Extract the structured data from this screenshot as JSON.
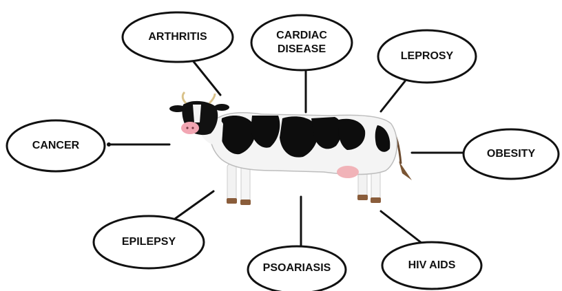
{
  "diagram": {
    "center": {
      "icon": "cow-icon"
    },
    "nodes": [
      {
        "id": "arthritis",
        "label": "ARTHRITIS"
      },
      {
        "id": "cardiac-disease",
        "label": "CARDIAC\nDISEASE"
      },
      {
        "id": "leprosy",
        "label": "LEPROSY"
      },
      {
        "id": "cancer",
        "label": "CANCER"
      },
      {
        "id": "obesity",
        "label": "OBESITY"
      },
      {
        "id": "epilepsy",
        "label": "EPILEPSY"
      },
      {
        "id": "psoariasis",
        "label": "PSOARIASIS"
      },
      {
        "id": "hiv-aids",
        "label": "HIV AIDS"
      }
    ]
  }
}
